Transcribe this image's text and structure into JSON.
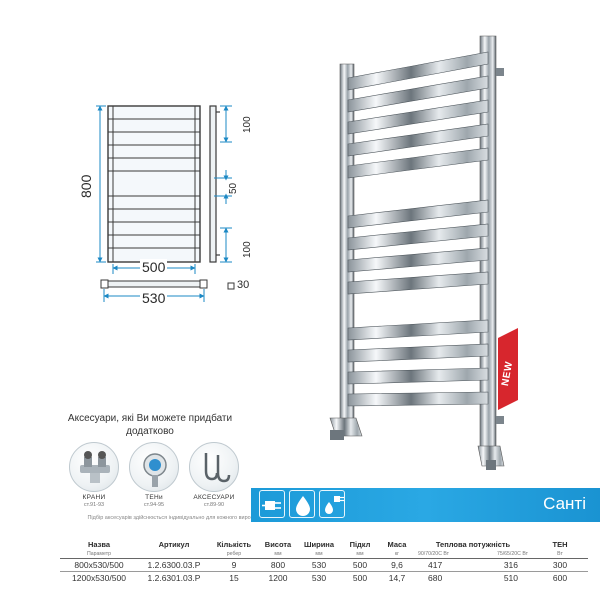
{
  "drawing": {
    "height_label": "800",
    "width_inner_label": "500",
    "width_outer_label": "530",
    "depth_label": "30",
    "top_gap_label": "100",
    "middle_gap_label": "50",
    "bottom_gap_label": "100"
  },
  "badge": {
    "label": "NEW"
  },
  "accessories": {
    "heading": "Аксесуари, які Ви можете придбати додатково",
    "items": [
      {
        "label": "КРАНИ",
        "page": "ст.91-93"
      },
      {
        "label": "ТЕНи",
        "page": "ст.94-95"
      },
      {
        "label": "АКСЕСУАРИ",
        "page": "ст.89-90"
      }
    ],
    "note": "Підбір аксесуарів здійснюється індивідуально для кожного виробу"
  },
  "feature_bar": {
    "product_name": "Санті",
    "icons": [
      "electric-plug-icon",
      "water-drop-icon",
      "combined-water-electric-icon"
    ]
  },
  "specs": {
    "headers": [
      "Назва",
      "Артикул",
      "Кількість",
      "Висота",
      "Ширина",
      "Підкл",
      "Маса",
      "Теплова потужність",
      "ТЕН"
    ],
    "units": [
      "Параметр",
      "",
      "ребер",
      "мм",
      "мм",
      "мм",
      "кг",
      "",
      "Вт"
    ],
    "power_units": [
      "90/70/20С Вт",
      "75/65/20С Вт"
    ],
    "rows": [
      {
        "name": "800х530/500",
        "article": "1.2.6300.03.Р",
        "ribs": "9",
        "height": "800",
        "width": "530",
        "connection": "500",
        "mass": "9,6",
        "power_90": "417",
        "power_75": "316",
        "heater": "300"
      },
      {
        "name": "1200х530/500",
        "article": "1.2.6301.03.Р",
        "ribs": "15",
        "height": "1200",
        "width": "530",
        "connection": "500",
        "mass": "14,7",
        "power_90": "680",
        "power_75": "510",
        "heater": "600"
      }
    ]
  }
}
